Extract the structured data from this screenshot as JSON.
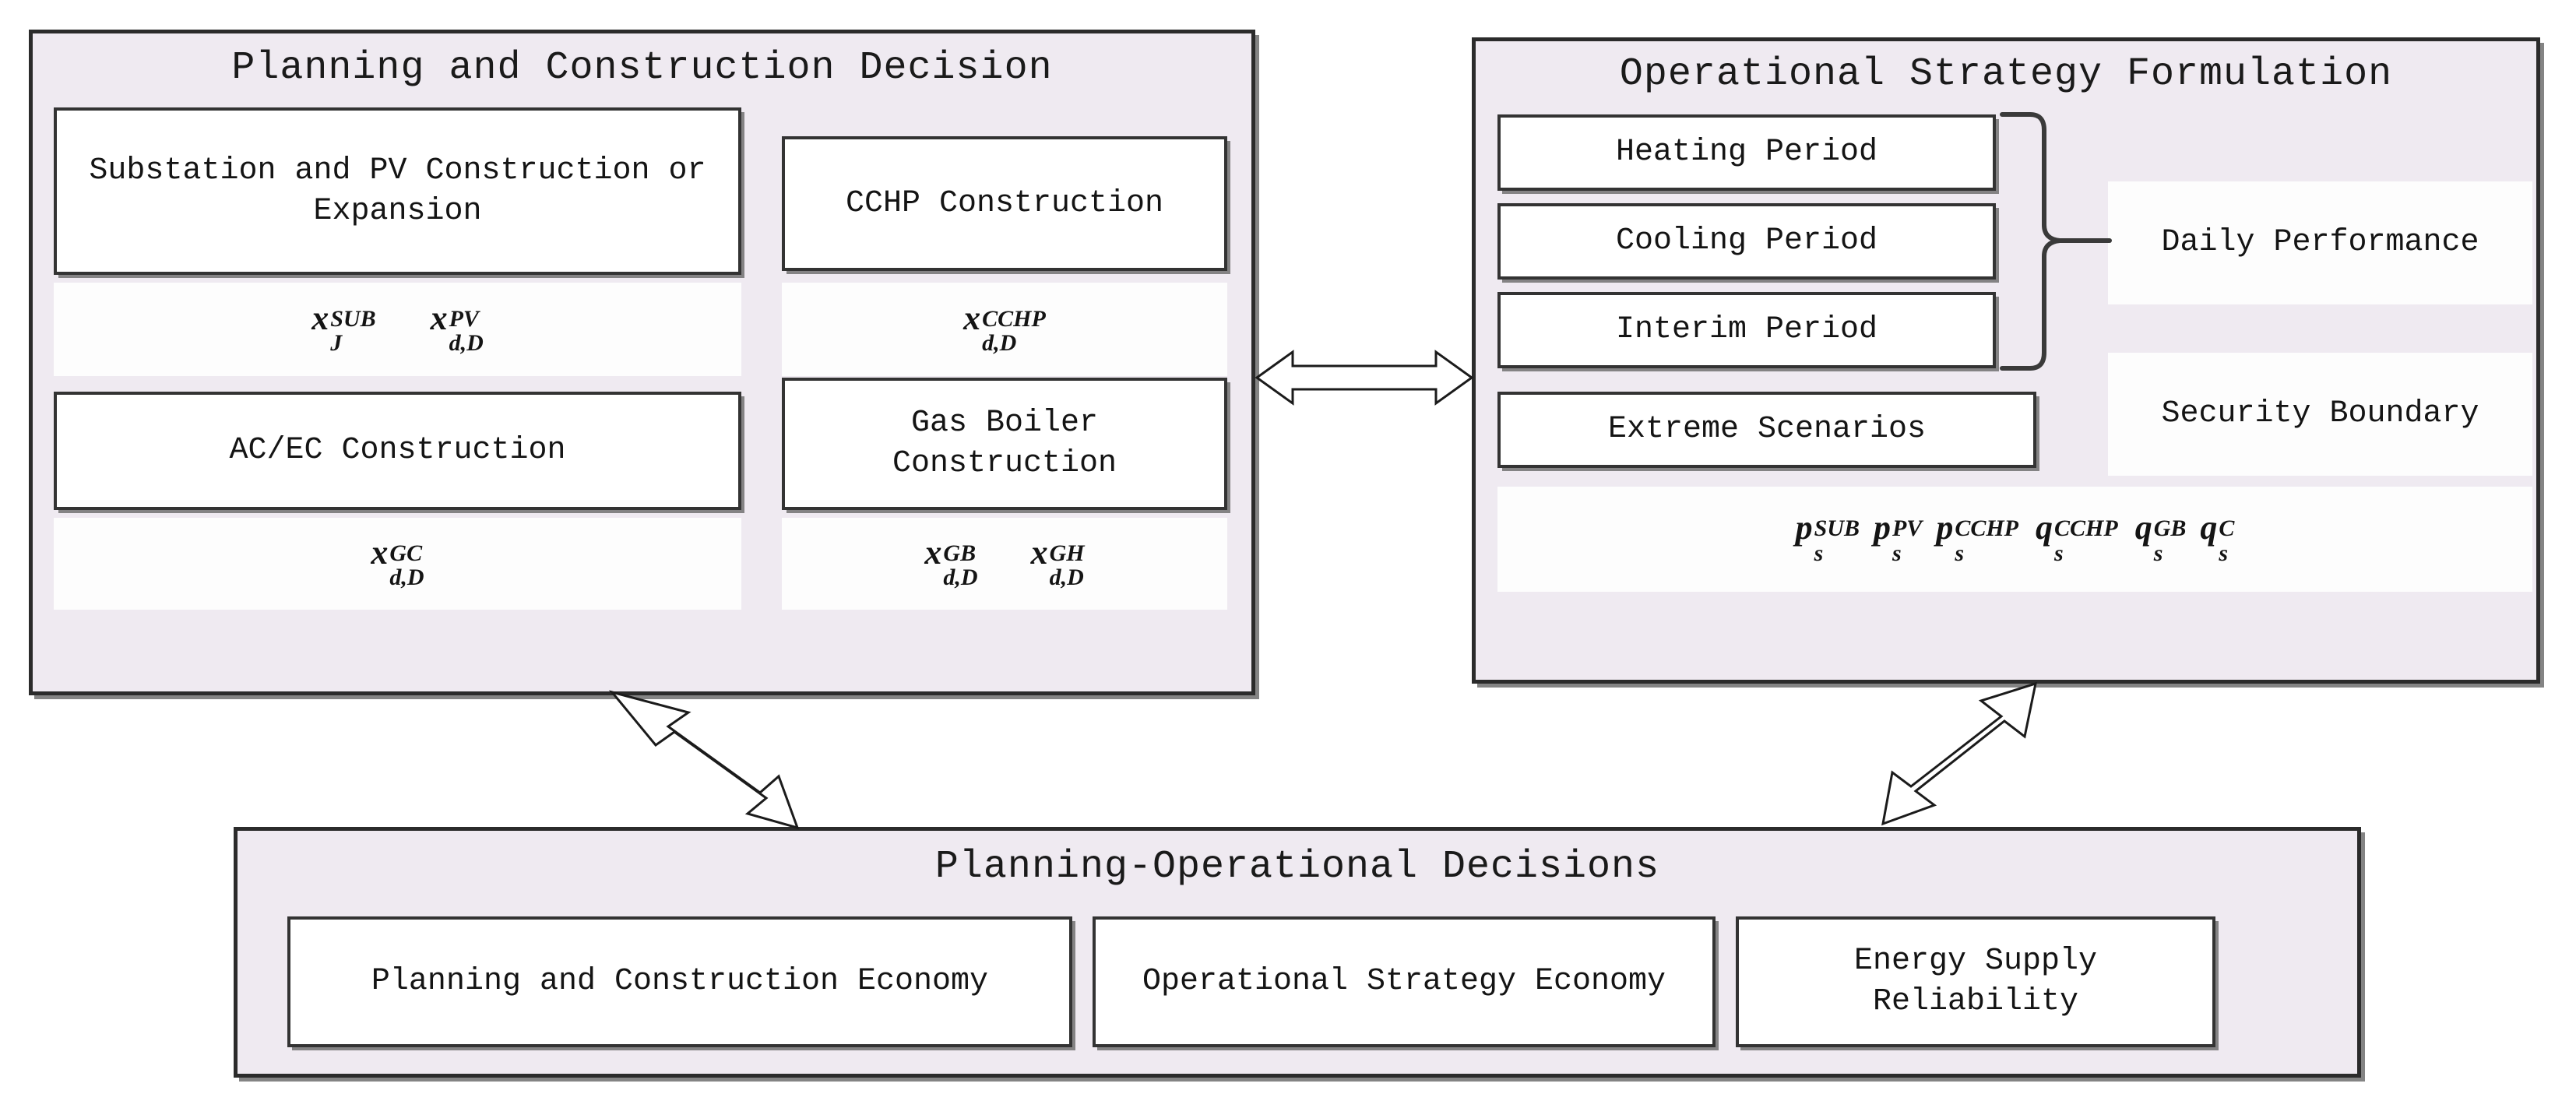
{
  "diagram": {
    "title_colors": {
      "box_fill": "#ffffff",
      "panel_fill": "#efeaf1",
      "border": "#2b2b2b"
    }
  },
  "planning_panel": {
    "title": "Planning and Construction Decision",
    "boxes": {
      "substation_pv": "Substation and PV Construction or Expansion",
      "cchp": "CCHP Construction",
      "acec": "AC/EC Construction",
      "gas_boiler": "Gas Boiler Construction"
    },
    "variables": {
      "sub": {
        "base": "x",
        "sup": "SUB",
        "sub": "J"
      },
      "pv": {
        "base": "x",
        "sup": "PV",
        "sub": "d,D"
      },
      "cchp": {
        "base": "x",
        "sup": "CCHP",
        "sub": "d,D"
      },
      "gc": {
        "base": "x",
        "sup": "GC",
        "sub": "d,D"
      },
      "gb": {
        "base": "x",
        "sup": "GB",
        "sub": "d,D"
      },
      "gh": {
        "base": "x",
        "sup": "GH",
        "sub": "d,D"
      }
    }
  },
  "operational_panel": {
    "title": "Operational Strategy Formulation",
    "boxes": {
      "heating": "Heating Period",
      "cooling": "Cooling Period",
      "interim": "Interim Period",
      "extreme": "Extreme Scenarios",
      "daily": "Daily Performance",
      "security": "Security Boundary"
    },
    "variables": {
      "p_sub": {
        "base": "p",
        "sup": "SUB",
        "sub": "s"
      },
      "p_pv": {
        "base": "p",
        "sup": "PV",
        "sub": "s"
      },
      "p_cchp": {
        "base": "p",
        "sup": "CCHP",
        "sub": "s"
      },
      "q_cchp": {
        "base": "q",
        "sup": "CCHP",
        "sub": "s"
      },
      "q_gb": {
        "base": "q",
        "sup": "GB",
        "sub": "s"
      },
      "q_c": {
        "base": "q",
        "sup": "C",
        "sub": "s"
      }
    }
  },
  "decisions_panel": {
    "title": "Planning-Operational Decisions",
    "boxes": {
      "planning_economy": "Planning and Construction Economy",
      "operational_economy": "Operational Strategy Economy",
      "reliability": "Energy Supply Reliability"
    }
  },
  "connectors": {
    "horizontal": "double-headed-arrow",
    "left_diagonal": "double-headed-arrow",
    "right_diagonal": "double-headed-arrow",
    "period_brace": "curly-brace"
  }
}
